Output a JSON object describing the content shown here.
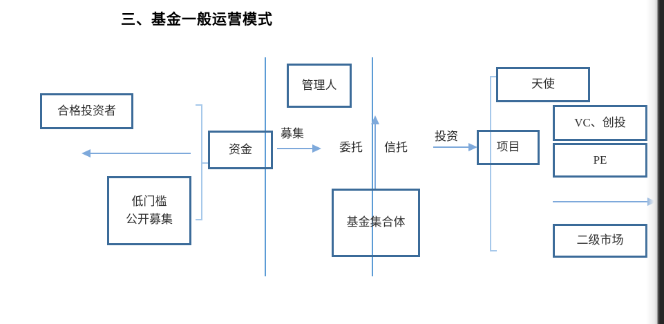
{
  "title": "三、基金一般运营模式",
  "nodes": {
    "qualified_investors": "合格投资者",
    "low_threshold_line1": "低门槛",
    "low_threshold_line2": "公开募集",
    "funds": "资金",
    "manager": "管理人",
    "fund_collective": "基金集合体",
    "project": "项目",
    "angel": "天使",
    "vc_venture": "VC、创投",
    "pe": "PE",
    "secondary_market": "二级市场"
  },
  "edge_labels": {
    "raise": "募集",
    "entrust": "委托",
    "trust": "信托",
    "invest": "投资"
  },
  "colors": {
    "box_border": "#3b6b99",
    "divider_line": "#5b9bd5",
    "arrow": "#7ea9db",
    "bracket": "#a6c8ea",
    "node_text": "#2f2f2f",
    "title_text": "#000000"
  }
}
